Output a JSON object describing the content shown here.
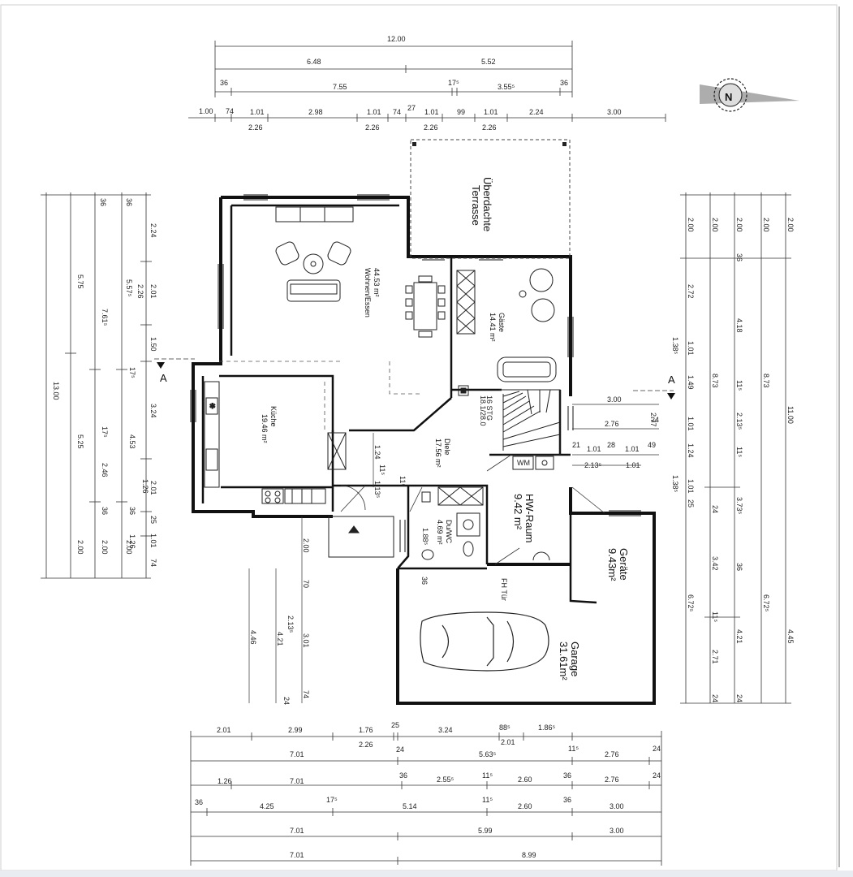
{
  "plan": {
    "rooms": [
      {
        "id": "wohnen",
        "name": "Wohnen/Essen",
        "area": "44.53 m²"
      },
      {
        "id": "gaeste",
        "name": "Gäste",
        "area": "14.41 m²"
      },
      {
        "id": "kueche",
        "name": "Küche",
        "area": "19.46 m²"
      },
      {
        "id": "diele",
        "name": "Diele",
        "area": "17.56 m²"
      },
      {
        "id": "hwraum",
        "name": "HW-Raum",
        "area": "9.42 m²"
      },
      {
        "id": "duwc",
        "name": "Du/WC",
        "area": "4.69 m²"
      },
      {
        "id": "geraete",
        "name": "Geräte",
        "area": "9.43m²"
      },
      {
        "id": "garage",
        "name": "Garage",
        "area": "31.61m²"
      }
    ],
    "labels": {
      "terrasse_line1": "Überdachte",
      "terrasse_line2": "Terrasse",
      "wm": "WM",
      "fh_tuer": "FH Tür",
      "stg": "16 STG",
      "stg_ratio": "18.1/28.0",
      "section_left": "A",
      "section_right": "A",
      "compass": "N"
    },
    "dims_top": {
      "row1": [
        "12.00"
      ],
      "row2": [
        "6.48",
        "5.52"
      ],
      "row3": [
        "36",
        "7.55",
        "17⁵",
        "3.55⁵",
        "36"
      ],
      "row4": [
        "1.00",
        "74",
        "1.01",
        "2.98",
        "1.01",
        "74",
        "27",
        "1.01",
        "99",
        "1.01",
        "2.24",
        "3.00"
      ],
      "row4b": [
        "2.26",
        "2.26",
        "2.26",
        "2.26"
      ]
    },
    "dims_left": {
      "col1": [
        "13.00"
      ],
      "col2": [
        "5.75",
        "5.25",
        "2.00"
      ],
      "col3": [
        "7.61⁵",
        "17⁵",
        "2.46",
        "36",
        "2.00"
      ],
      "col4": [
        "36",
        "2.26",
        "17⁵",
        "4.53",
        "36",
        "1.26"
      ],
      "col5": [
        "36",
        "5.57⁵",
        "2.00"
      ],
      "col6": [
        "2.24",
        "2.01",
        "1.50",
        "3.24",
        "1.26",
        "2.01",
        "25",
        "1.01",
        "74"
      ]
    },
    "dims_right": {
      "col1": [
        "2.00",
        "2.72",
        "1.01",
        "1.49",
        "1.01",
        "1.24",
        "1.01",
        "25",
        "6.72⁵"
      ],
      "col2": [
        "1.38⁵",
        "1.38⁵"
      ],
      "col3": [
        "2.00",
        "8.73",
        "24",
        "3.42",
        "11⁵",
        "2.71",
        "24"
      ],
      "col4": [
        "2.00",
        "36",
        "4.18",
        "11⁵",
        "2.13⁵",
        "11⁵",
        "3.73⁵",
        "36",
        "4.21",
        "24"
      ],
      "col5": [
        "2.00",
        "8.73",
        "6.72⁵"
      ],
      "col6": [
        "2.00",
        "11.00",
        "4.45"
      ]
    },
    "dims_inner": {
      "stair_block": [
        "3.00",
        "2.76",
        "24",
        "2.77",
        "1.01",
        "28",
        "1.01",
        "49",
        "21",
        "2.13⁵",
        "1.01"
      ],
      "diele": [
        "1.24",
        "11⁵",
        "1.13⁵",
        "11⁵"
      ],
      "duwc": [
        "1.88⁵",
        "36"
      ],
      "vertical_below": [
        "2.00",
        "70",
        "3.01",
        "74",
        "4.46",
        "2.13⁵",
        "4.21",
        "24"
      ]
    },
    "dims_bottom": {
      "row1": [
        "2.01",
        "2.99",
        "1.76",
        "25",
        "3.24",
        "88⁵",
        "1.86⁵"
      ],
      "row1b": [
        "2.26",
        "2.01"
      ],
      "row2": [
        "7.01",
        "24",
        "5.63⁵",
        "11⁵",
        "2.76",
        "24"
      ],
      "row3": [
        "1.26",
        "7.01",
        "36",
        "2.55⁵",
        "11⁵",
        "2.60",
        "36",
        "2.76",
        "24"
      ],
      "row4": [
        "36",
        "4.25",
        "17⁵",
        "5.14",
        "11⁵",
        "2.60",
        "36",
        "3.00"
      ],
      "row5": [
        "7.01",
        "5.99",
        "3.00"
      ],
      "row6": [
        "7.01",
        "8.99"
      ]
    }
  }
}
